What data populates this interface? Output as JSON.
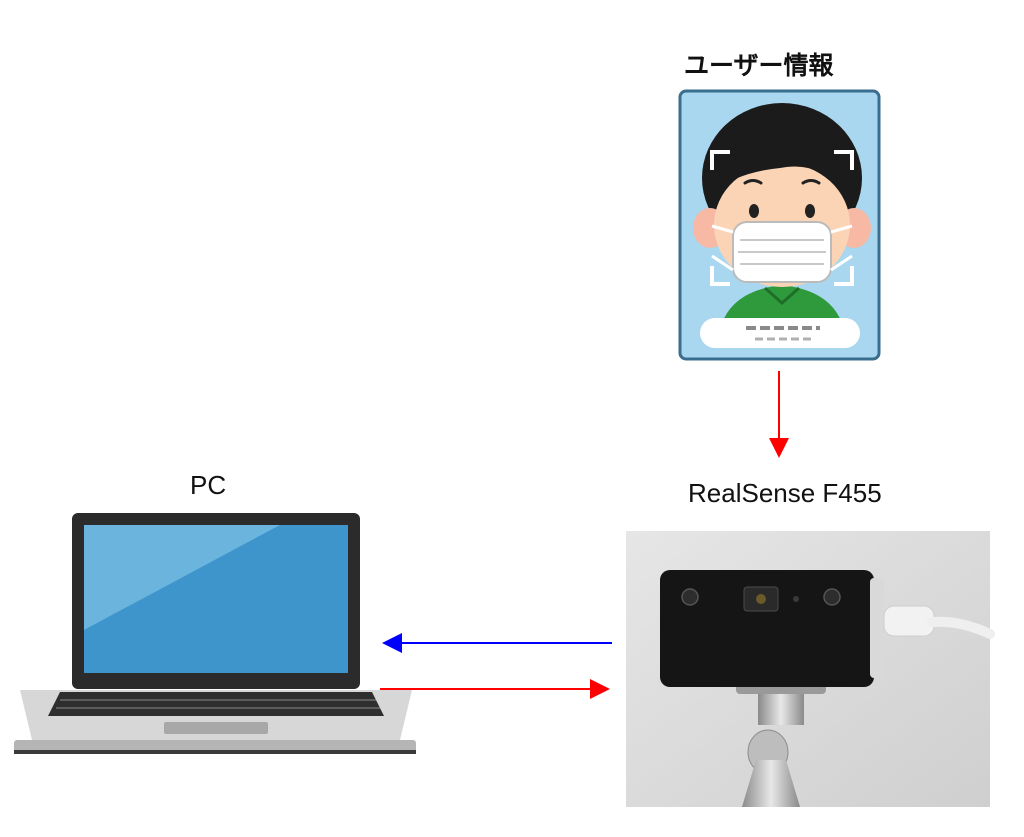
{
  "labels": {
    "user_info": "ユーザー情報",
    "pc": "PC",
    "realsense": "RealSense F455"
  },
  "icons": {
    "user_card": "id-card-face-icon",
    "pc": "laptop-icon",
    "camera": "realsense-camera-photo"
  },
  "colors": {
    "arrow_red": "#ff0000",
    "arrow_blue": "#0000ff",
    "card_bg": "#a9d7ef",
    "screen": "#3d95cc"
  }
}
